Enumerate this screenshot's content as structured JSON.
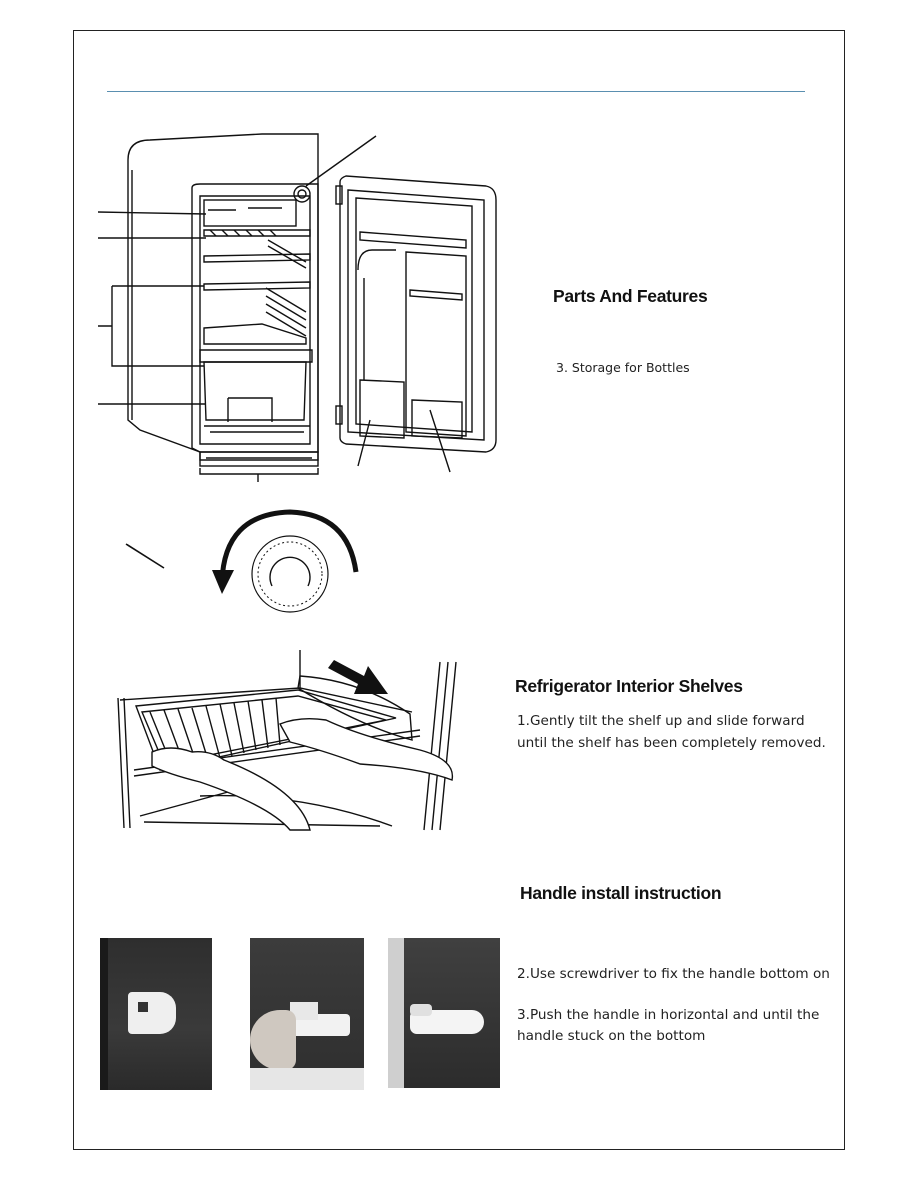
{
  "sections": {
    "parts": {
      "heading": "Parts And Features",
      "item_3": "3. Storage for Bottles"
    },
    "shelves": {
      "heading": "Refrigerator Interior Shelves",
      "step_1_line_1": "1.Gently tilt the shelf up and slide forward",
      "step_1_line_2": "until the shelf has been completely removed."
    },
    "handle": {
      "heading": "Handle install instruction",
      "step_2": "2.Use screwdriver to fix the handle bottom on",
      "step_3_line_1": "3.Push the handle in horizontal and until the",
      "step_3_line_2": "handle stuck on the bottom"
    }
  },
  "colors": {
    "rule": "#5a8fb0",
    "frame": "#222222",
    "photo_dark": "#2b2b2b"
  },
  "icons": {
    "fridge": "fridge-diagram-icon",
    "dial": "thermostat-dial-icon",
    "arrow": "removal-arrow-icon"
  }
}
